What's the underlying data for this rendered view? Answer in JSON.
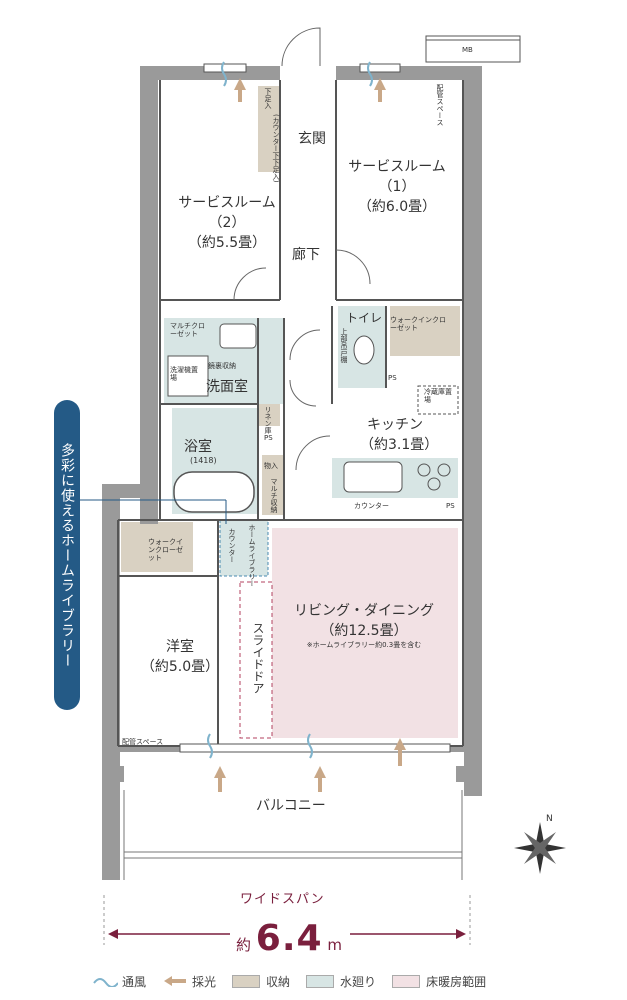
{
  "rooms": {
    "service_room_2": {
      "name": "サービスルーム",
      "num": "（2）",
      "size": "（約5.5畳）"
    },
    "service_room_1": {
      "name": "サービスルーム",
      "num": "（1）",
      "size": "（約6.0畳）"
    },
    "entrance": "玄関",
    "corridor": "廊下",
    "toilet": "トイレ",
    "washroom": "洗面室",
    "bathroom": "浴室",
    "bath_size": "(1418)",
    "kitchen": "キッチン",
    "kitchen_size": "（約3.1畳）",
    "living": "リビング・ダイニング",
    "living_size": "（約12.5畳）",
    "living_note": "※ホームライブラリー約0.3畳を含む",
    "western_room": "洋室",
    "western_size": "（約5.0畳）",
    "balcony": "バルコニー"
  },
  "fixtures": {
    "mb": "MB",
    "pipe_space_top": "配管スペース",
    "shoe_storage": "下足入",
    "counter_shoe": "(カウンター下下足入)",
    "walk_in_closet": "ウォークインクローゼット",
    "multi_closet": "マルチクローゼット",
    "washing_machine": "洗濯機置場",
    "mirror_storage": "鏡裏収納",
    "linen_shelf": "リネン庫",
    "upper_shelf": "上部吊戸棚",
    "ps": "PS",
    "fridge": "冷蔵庫置場",
    "counter": "カウンター",
    "storage_monoire": "物入",
    "multi_storage": "マルチ収納",
    "counter_vert": "カウンター",
    "home_library": "ホームライブラリー",
    "slide_door": "スライドドア",
    "pipe_space_bottom": "配管スペース",
    "walk_in_closet_2": "ウォークインクローゼット"
  },
  "callout": "多彩に使えるホームライブラリー",
  "span": {
    "title": "ワイドスパン",
    "prefix": "約",
    "value": "6.4",
    "unit": "m"
  },
  "legend": [
    {
      "label": "通風",
      "icon": "wind-icon"
    },
    {
      "label": "採光",
      "icon": "light-arrow-icon"
    },
    {
      "label": "収納",
      "color": "#d9d1c2"
    },
    {
      "label": "水廻り",
      "color": "#d7e5e4"
    },
    {
      "label": "床暖房範囲",
      "color": "#f2e1e4"
    }
  ],
  "compass": "N"
}
